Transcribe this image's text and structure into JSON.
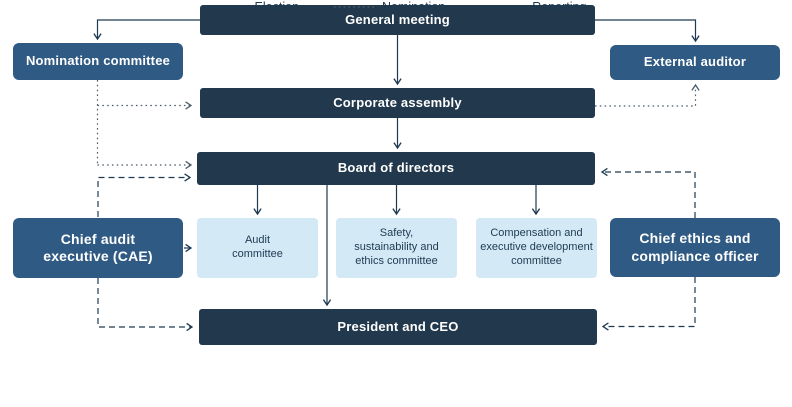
{
  "colors": {
    "dark_box": "#22384c",
    "medium_box": "#2f5a83",
    "light_box": "#d4e9f6",
    "solid_line": "#1e3a52",
    "dotted_line": "#4e5e6a",
    "text_on_dark": "#ffffff",
    "text_dark": "#1d3a52"
  },
  "nodes": {
    "general_meeting": {
      "label": "General meeting"
    },
    "nomination_committee": {
      "label": "Nomination committee"
    },
    "external_auditor": {
      "label": "External auditor"
    },
    "corporate_assembly": {
      "label": "Corporate assembly"
    },
    "board_of_directors": {
      "label": "Board of directors"
    },
    "chief_audit_executive": {
      "label": "Chief audit\nexecutive (CAE)"
    },
    "audit_committee": {
      "label": "Audit\ncommittee"
    },
    "safety_sustainability_ethics_committee": {
      "label": "Safety,\nsustainability and\nethics committee"
    },
    "compensation_executive_development_committee": {
      "label": "Compensation and\nexecutive development\ncommittee"
    },
    "chief_ethics_compliance_officer": {
      "label": "Chief ethics and\ncompliance officer"
    },
    "president_and_ceo": {
      "label": "President and CEO"
    }
  },
  "legend": {
    "election": {
      "label": "Election",
      "style": "solid"
    },
    "nomination": {
      "label": "Nomination",
      "style": "dotted"
    },
    "reporting": {
      "label": "Reporting",
      "style": "dashed"
    }
  },
  "edges": [
    {
      "from": "general_meeting",
      "to": "nomination_committee",
      "type": "election"
    },
    {
      "from": "general_meeting",
      "to": "external_auditor",
      "type": "election"
    },
    {
      "from": "general_meeting",
      "to": "corporate_assembly",
      "type": "election"
    },
    {
      "from": "corporate_assembly",
      "to": "board_of_directors",
      "type": "election"
    },
    {
      "from": "board_of_directors",
      "to": "audit_committee",
      "type": "election"
    },
    {
      "from": "board_of_directors",
      "to": "safety_sustainability_ethics_committee",
      "type": "election"
    },
    {
      "from": "board_of_directors",
      "to": "compensation_executive_development_committee",
      "type": "election"
    },
    {
      "from": "board_of_directors",
      "to": "president_and_ceo",
      "type": "election"
    },
    {
      "from": "nomination_committee",
      "to": "corporate_assembly",
      "type": "nomination"
    },
    {
      "from": "nomination_committee",
      "to": "board_of_directors",
      "type": "nomination"
    },
    {
      "from": "corporate_assembly",
      "to": "external_auditor",
      "type": "nomination"
    },
    {
      "from": "chief_audit_executive",
      "to": "board_of_directors",
      "type": "reporting"
    },
    {
      "from": "chief_audit_executive",
      "to": "audit_committee",
      "type": "reporting"
    },
    {
      "from": "chief_audit_executive",
      "to": "president_and_ceo",
      "type": "reporting"
    },
    {
      "from": "chief_ethics_compliance_officer",
      "to": "board_of_directors",
      "type": "reporting"
    },
    {
      "from": "chief_ethics_compliance_officer",
      "to": "president_and_ceo",
      "type": "reporting"
    }
  ]
}
